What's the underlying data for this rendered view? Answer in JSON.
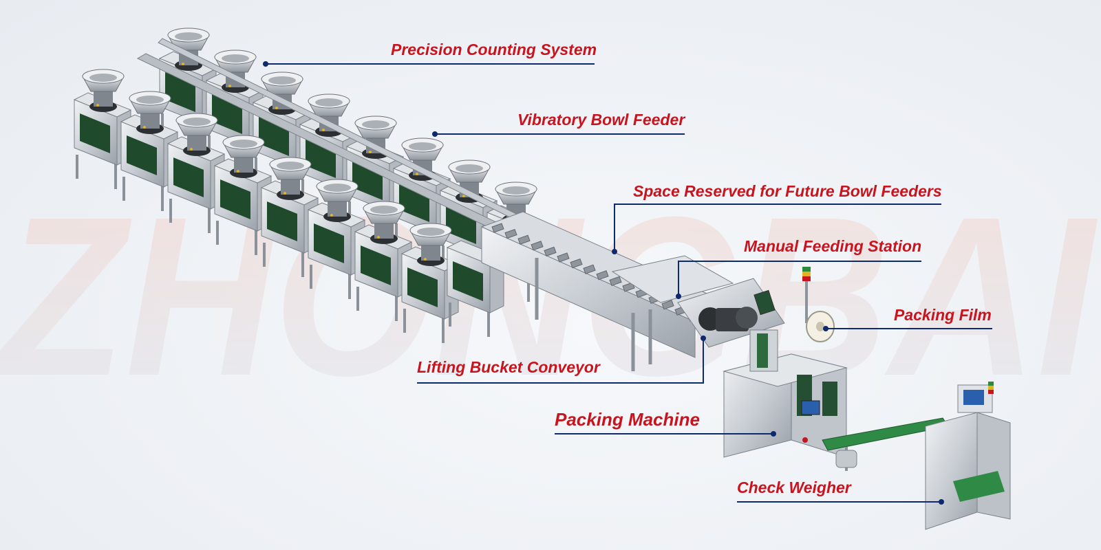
{
  "watermark": "ZHONGBAI",
  "colors": {
    "label": "#c8141e",
    "leader": "#0d2a6e",
    "steel": "#cfd4d9",
    "panel": "#1f4a2c",
    "watermark": "#f3c9bf"
  },
  "callouts": [
    {
      "id": "precision-counting-system",
      "label": "Precision Counting System"
    },
    {
      "id": "vibratory-bowl-feeder",
      "label": "Vibratory Bowl Feeder"
    },
    {
      "id": "space-reserved",
      "label": "Space Reserved for Future Bowl Feeders"
    },
    {
      "id": "manual-feeding-station",
      "label": "Manual Feeding Station"
    },
    {
      "id": "packing-film",
      "label": "Packing Film"
    },
    {
      "id": "lifting-bucket-conveyor",
      "label": "Lifting Bucket Conveyor"
    },
    {
      "id": "packing-machine",
      "label": "Packing Machine"
    },
    {
      "id": "check-weigher",
      "label": "Check Weigher"
    }
  ]
}
